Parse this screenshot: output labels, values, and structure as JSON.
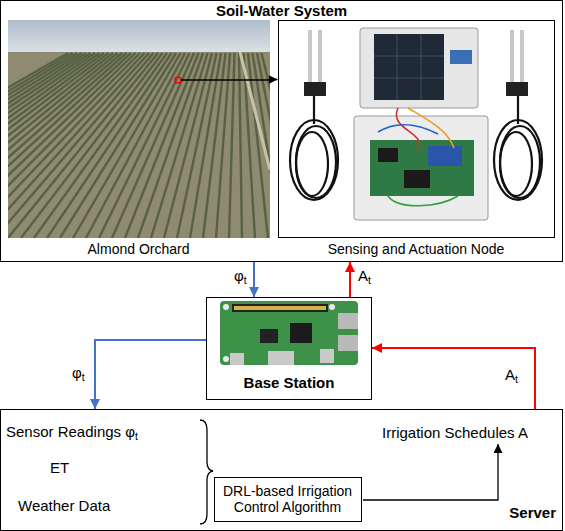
{
  "diagram": {
    "nodes": [
      {
        "text": [
          "Soil-Water System"
        ]
      },
      {
        "text": [
          "Almond Orchard"
        ],
        "in": 0
      },
      {
        "text": [
          "Sensing and Actuation Node"
        ],
        "in": 0
      },
      {
        "text": [
          "Base Station"
        ]
      },
      {
        "text": [
          "Server"
        ]
      },
      {
        "text": [
          "DRL-based Irrigation Control Algorithm"
        ],
        "in": 4
      }
    ],
    "edges": [
      {
        "from": 1,
        "to": 2,
        "arrow": "to"
      },
      {
        "from": 0,
        "to": 3,
        "label": "φt",
        "arrow": "to"
      },
      {
        "from": 3,
        "to": 0,
        "label": "At",
        "arrow": "to"
      },
      {
        "from": 3,
        "to": 4,
        "label": "φt",
        "arrow": "to"
      },
      {
        "from": 4,
        "to": 3,
        "label": "At",
        "arrow": "to"
      }
    ],
    "labels": [
      "Sensor Readings φt",
      "ET",
      "Weather Data",
      "Irrigation Schedules A"
    ]
  }
}
